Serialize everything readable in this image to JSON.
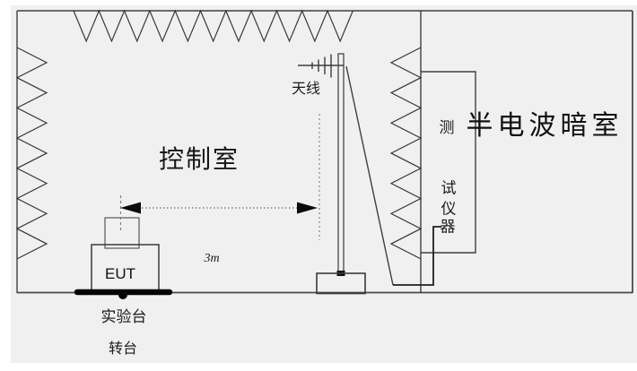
{
  "labels": {
    "antenna": "天线",
    "control_room": "控制室",
    "chamber": "半电波暗室",
    "instrument": "测试仪器",
    "instrument_chars": [
      "测",
      "试",
      "仪",
      "器"
    ],
    "eut": "EUT",
    "distance": "3m",
    "bench": "实验台",
    "turntable": "转台"
  },
  "colors": {
    "panel_background": "#f0f0f0",
    "line": "#3f3f3f",
    "text": "#1b1b1b",
    "solid_black": "#0a0a0a"
  }
}
